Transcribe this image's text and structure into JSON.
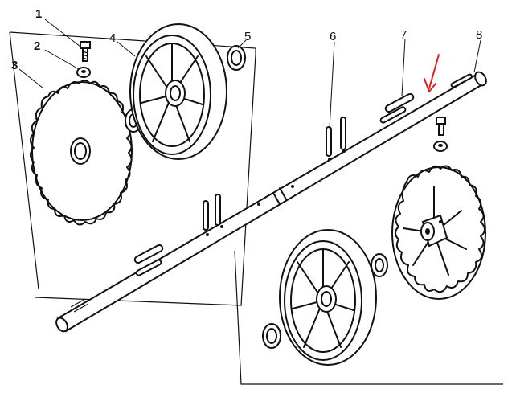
{
  "callouts": [
    {
      "label": "1"
    },
    {
      "label": "2"
    },
    {
      "label": "3"
    },
    {
      "label": "4"
    },
    {
      "label": "5"
    },
    {
      "label": "6"
    },
    {
      "label": "7"
    },
    {
      "label": "8"
    }
  ],
  "colors": {
    "ink": "#111111",
    "arrow": "#e02020",
    "paper": "#ffffff"
  }
}
